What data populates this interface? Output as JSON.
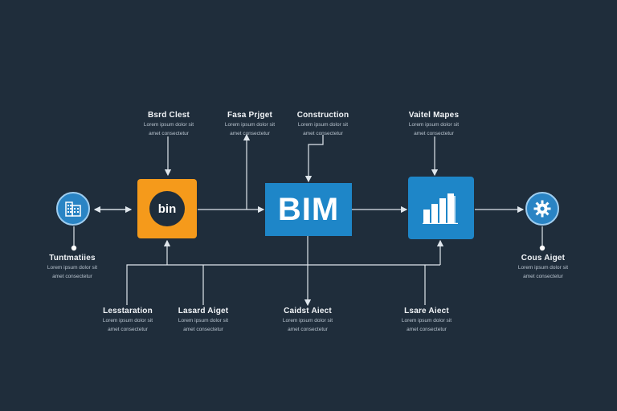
{
  "colors": {
    "background": "#1f2d3b",
    "connector": "#dfe6ec",
    "orange_node": "#f59a1b",
    "blue_node": "#1e86c8"
  },
  "nodes": {
    "bin_logo_text": "bin",
    "bim_text": "BIM",
    "left_circle_icon": "building-grid-icon",
    "right_circle_icon": "gear-icon",
    "right_square_icon": "bar-chart-icon"
  },
  "labels": {
    "top_1": {
      "title": "Bsrd Clest",
      "sub": [
        "Lorem ipsum dolor sit",
        "amet consectetur"
      ]
    },
    "top_2": {
      "title": "Fasa Prjget",
      "sub": [
        "Lorem ipsum dolor sit",
        "amet consectetur"
      ]
    },
    "top_3": {
      "title": "Construction",
      "sub": [
        "Lorem ipsum dolor sit",
        "amet consectetur"
      ]
    },
    "top_4": {
      "title": "Vaitel Mapes",
      "sub": [
        "Lorem ipsum dolor sit",
        "amet consectetur"
      ]
    },
    "left": {
      "title": "Tuntmatiies",
      "sub": [
        "Lorem ipsum dolor sit",
        "amet consectetur"
      ]
    },
    "right": {
      "title": "Cous Aiget",
      "sub": [
        "Lorem ipsum dolor sit",
        "amet consectetur"
      ]
    },
    "bottom_1": {
      "title": "Lesstaration",
      "sub": [
        "Lorem ipsum dolor sit",
        "amet consectetur"
      ]
    },
    "bottom_2": {
      "title": "Lasard Aiget",
      "sub": [
        "Lorem ipsum dolor sit",
        "amet consectetur"
      ]
    },
    "bottom_3": {
      "title": "Caidst Aiect",
      "sub": [
        "Lorem ipsum dolor sit",
        "amet consectetur"
      ]
    },
    "bottom_4": {
      "title": "Lsare Aiect",
      "sub": [
        "Lorem ipsum dolor sit",
        "amet consectetur"
      ]
    }
  }
}
